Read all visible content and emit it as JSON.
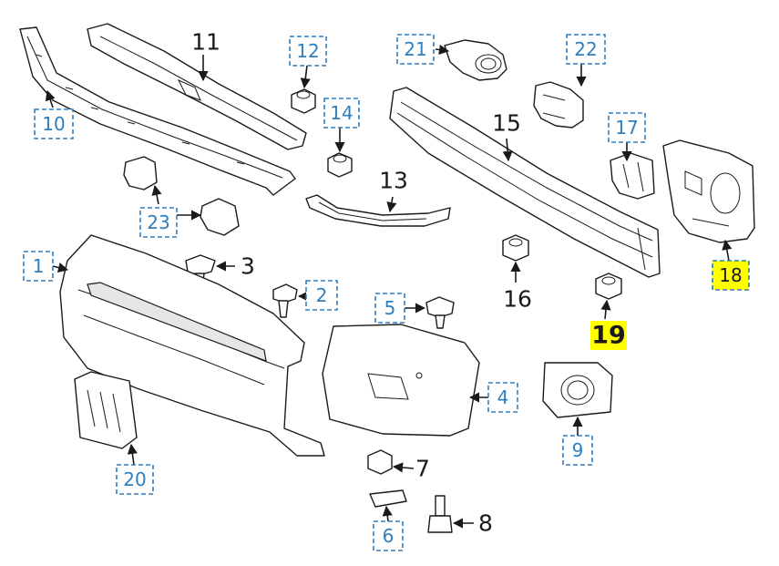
{
  "callouts": {
    "c1": "1",
    "c2": "2",
    "c3": "3",
    "c4": "4",
    "c5": "5",
    "c6": "6",
    "c7": "7",
    "c8": "8",
    "c9": "9",
    "c10": "10",
    "c11": "11",
    "c12": "12",
    "c13": "13",
    "c14": "14",
    "c15": "15",
    "c16": "16",
    "c17": "17",
    "c18": "18",
    "c19": "19",
    "c20": "20",
    "c21": "21",
    "c22": "22",
    "c23": "23"
  },
  "colors": {
    "callout_box": "#2f7fbf",
    "highlight": "#ffff00",
    "line_art": "#1a1a1a"
  }
}
